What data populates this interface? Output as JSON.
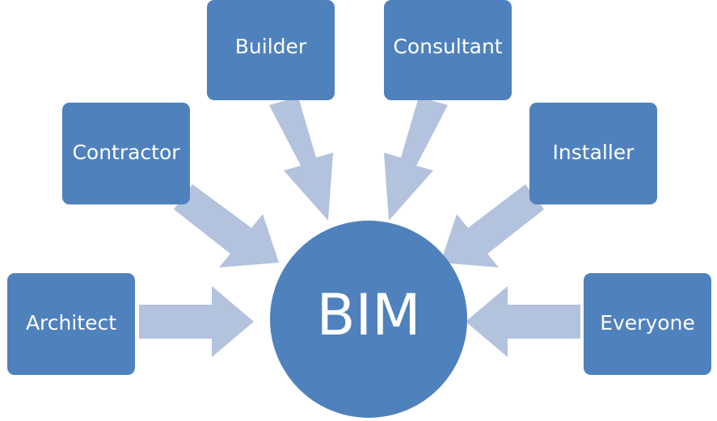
{
  "colors": {
    "node_fill": "#4f81bd",
    "arrow_fill": "#b3c2dd",
    "text": "#ffffff",
    "background": "#ffffff"
  },
  "center": {
    "label": "BIM"
  },
  "nodes": [
    {
      "id": "builder",
      "label": "Builder"
    },
    {
      "id": "consultant",
      "label": "Consultant"
    },
    {
      "id": "contractor",
      "label": "Contractor"
    },
    {
      "id": "installer",
      "label": "Installer"
    },
    {
      "id": "architect",
      "label": "Architect"
    },
    {
      "id": "everyone",
      "label": "Everyone"
    }
  ],
  "edges": [
    {
      "from": "builder",
      "to": "center"
    },
    {
      "from": "consultant",
      "to": "center"
    },
    {
      "from": "contractor",
      "to": "center"
    },
    {
      "from": "installer",
      "to": "center"
    },
    {
      "from": "architect",
      "to": "center"
    },
    {
      "from": "everyone",
      "to": "center"
    }
  ]
}
